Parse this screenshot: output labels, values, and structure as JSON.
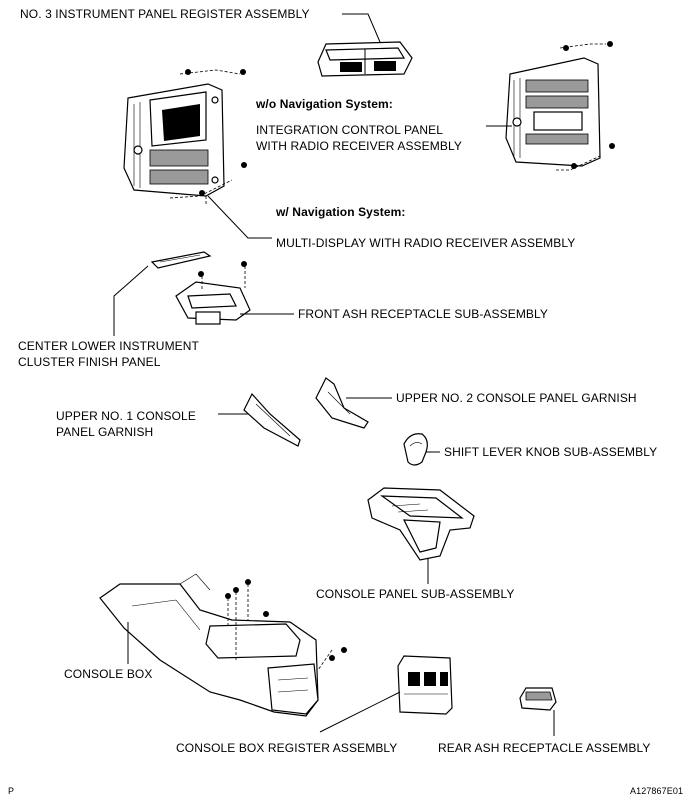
{
  "labels": {
    "no3_register": "NO. 3 INSTRUMENT PANEL REGISTER ASSEMBLY",
    "wo_nav": "w/o Navigation System:",
    "integration_panel": "INTEGRATION CONTROL PANEL\nWITH RADIO RECEIVER ASSEMBLY",
    "w_nav": "w/ Navigation System:",
    "multi_display": "MULTI-DISPLAY WITH RADIO RECEIVER ASSEMBLY",
    "front_ash": "FRONT ASH RECEPTACLE SUB-ASSEMBLY",
    "center_lower_panel": "CENTER LOWER INSTRUMENT\nCLUSTER FINISH PANEL",
    "upper_no2_garnish": "UPPER NO. 2 CONSOLE PANEL GARNISH",
    "upper_no1_garnish": "UPPER NO. 1 CONSOLE\nPANEL GARNISH",
    "shift_knob": "SHIFT LEVER KNOB SUB-ASSEMBLY",
    "console_panel": "CONSOLE PANEL SUB-ASSEMBLY",
    "console_box": "CONSOLE BOX",
    "console_box_register": "CONSOLE BOX REGISTER ASSEMBLY",
    "rear_ash": "REAR ASH RECEPTACLE ASSEMBLY"
  },
  "footer": {
    "corner_mark": "P",
    "figure_code": "A127867E01"
  }
}
